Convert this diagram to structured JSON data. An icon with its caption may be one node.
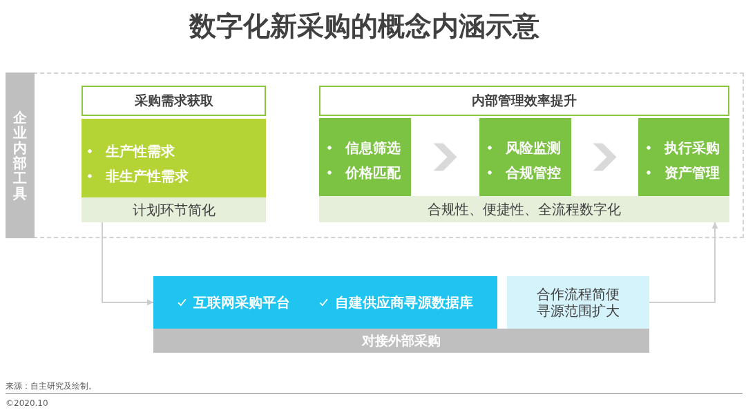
{
  "diagram": {
    "title": "数字化新采购的概念内涵示意",
    "nodes": [
      {
        "text": [
          "企业内部工具"
        ]
      },
      {
        "text": [
          "采购需求获取"
        ],
        "in": 0
      },
      {
        "text": [
          "生产性需求",
          "非生产性需求"
        ],
        "in": 0
      },
      {
        "text": [
          "计划环节简化"
        ],
        "in": 0
      },
      {
        "text": [
          "内部管理效率提升"
        ],
        "in": 0
      },
      {
        "text": [
          "信息筛选",
          "价格匹配"
        ],
        "in": 0
      },
      {
        "text": [
          "风险监测",
          "合规管控"
        ],
        "in": 0
      },
      {
        "text": [
          "执行采购",
          "资产管理"
        ],
        "in": 0
      },
      {
        "text": [
          "合规性、便捷性、全流程数字化"
        ],
        "in": 0
      },
      {
        "text": [
          "互联网采购平台",
          "自建供应商寻源数据库"
        ]
      },
      {
        "text": [
          "合作流程简便",
          "寻源范围扩大"
        ]
      },
      {
        "text": [
          "对接外部采购"
        ]
      }
    ],
    "edges": [
      {
        "from": 5,
        "to": 6,
        "arrow": "to",
        "style": "thick"
      },
      {
        "from": 6,
        "to": 7,
        "arrow": "to",
        "style": "thick"
      },
      {
        "from": 3,
        "to": 9,
        "arrow": "to"
      },
      {
        "from": 10,
        "to": 8,
        "arrow": "to"
      }
    ],
    "labels": [
      "来源：自主研究及绘制。",
      "©2020.10"
    ]
  }
}
